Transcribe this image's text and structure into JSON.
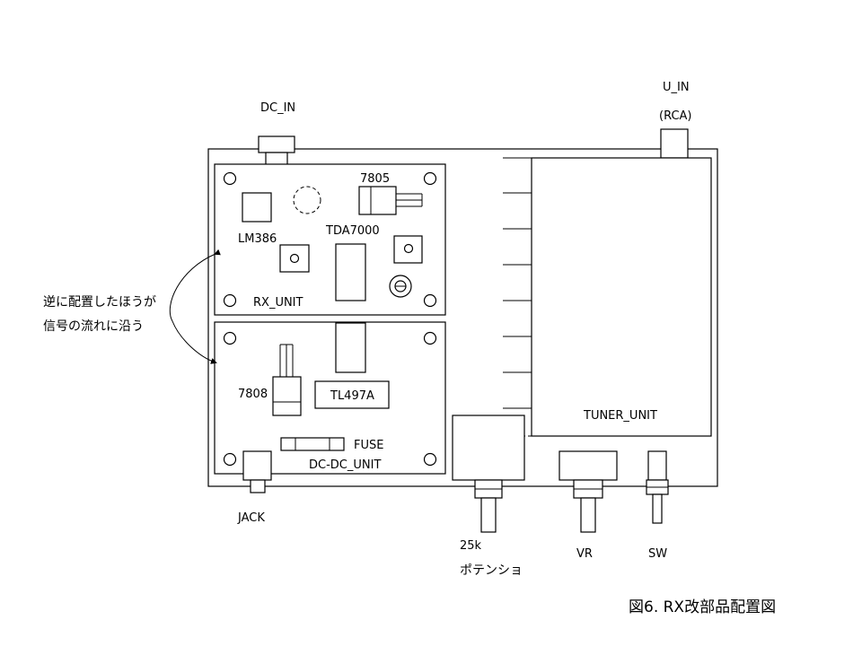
{
  "labels": {
    "dc_in": "DC_IN",
    "u_in": "U_IN",
    "rca": "(RCA)",
    "ic_7805": "7805",
    "lm386": "LM386",
    "tda7000": "TDA7000",
    "rx_unit": "RX_UNIT",
    "ic_7808": "7808",
    "tl497a": "TL497A",
    "fuse": "FUSE",
    "dcdc_unit": "DC-DC_UNIT",
    "jack": "JACK",
    "pot_25k": "25k",
    "potentiometer": "ポテンショ",
    "vr": "VR",
    "sw": "SW",
    "tuner_unit": "TUNER_UNIT",
    "note_line1": "逆に配置したほうが",
    "note_line2": "信号の流れに沿う"
  },
  "caption": "図6. RX改部品配置図"
}
